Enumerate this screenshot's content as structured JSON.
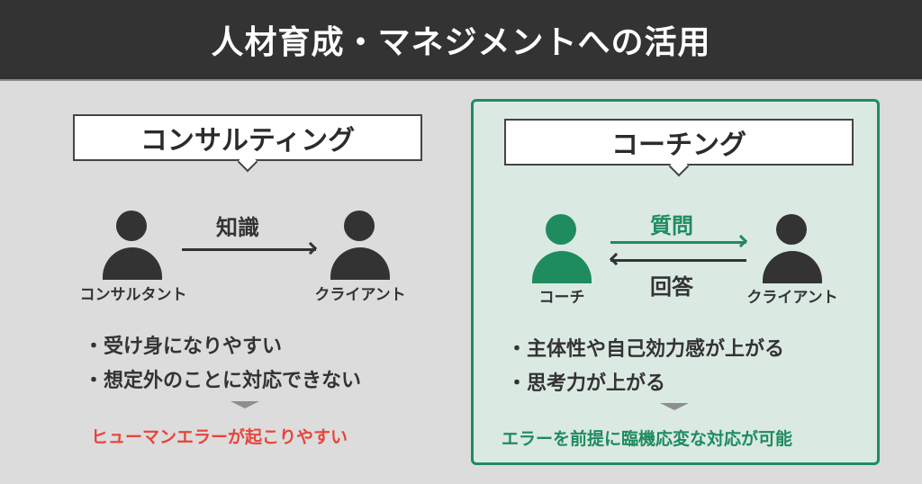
{
  "header": {
    "title": "人材育成・マネジメントへの活用"
  },
  "colors": {
    "title_bar_bg": "#333333",
    "page_bg": "#dcdcdc",
    "accent_green": "#1e8c5f",
    "panel_tint": "#dbe9e3",
    "warning_red": "#e8443a",
    "text_dark": "#333333"
  },
  "consulting": {
    "heading": "コンサルティング",
    "person_left": {
      "label": "コンサルタント",
      "icon": "person-icon"
    },
    "person_right": {
      "label": "クライアント",
      "icon": "person-icon"
    },
    "arrow": {
      "label": "知識",
      "direction": "right"
    },
    "bullets": [
      "受け身になりやすい",
      "想定外のことに対応できない"
    ],
    "conclusion": "ヒューマンエラーが起こりやすい"
  },
  "coaching": {
    "heading": "コーチング",
    "person_left": {
      "label": "コーチ",
      "icon": "person-icon"
    },
    "person_right": {
      "label": "クライアント",
      "icon": "person-icon"
    },
    "arrow_top": {
      "label": "質問",
      "direction": "right"
    },
    "arrow_bottom": {
      "label": "回答",
      "direction": "left"
    },
    "bullets": [
      "主体性や自己効力感が上がる",
      "思考力が上がる"
    ],
    "conclusion": "エラーを前提に臨機応変な対応が可能"
  }
}
